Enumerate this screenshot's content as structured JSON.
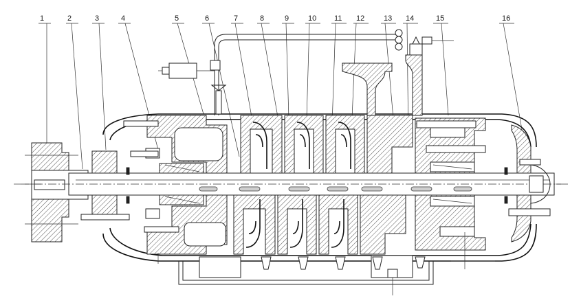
{
  "callouts": [
    {
      "id": "1",
      "text": "1"
    },
    {
      "id": "2",
      "text": "2"
    },
    {
      "id": "3",
      "text": "3"
    },
    {
      "id": "4",
      "text": "4"
    },
    {
      "id": "5",
      "text": "5"
    },
    {
      "id": "6",
      "text": "6"
    },
    {
      "id": "7",
      "text": "7"
    },
    {
      "id": "8",
      "text": "8"
    },
    {
      "id": "9",
      "text": "9"
    },
    {
      "id": "10",
      "text": "10"
    },
    {
      "id": "11",
      "text": "11"
    },
    {
      "id": "12",
      "text": "12"
    },
    {
      "id": "13",
      "text": "13"
    },
    {
      "id": "14",
      "text": "14"
    },
    {
      "id": "15",
      "text": "15"
    },
    {
      "id": "16",
      "text": "16"
    }
  ],
  "colors": {
    "line": "#222222",
    "background": "#ffffff",
    "hatch": "#444444"
  }
}
